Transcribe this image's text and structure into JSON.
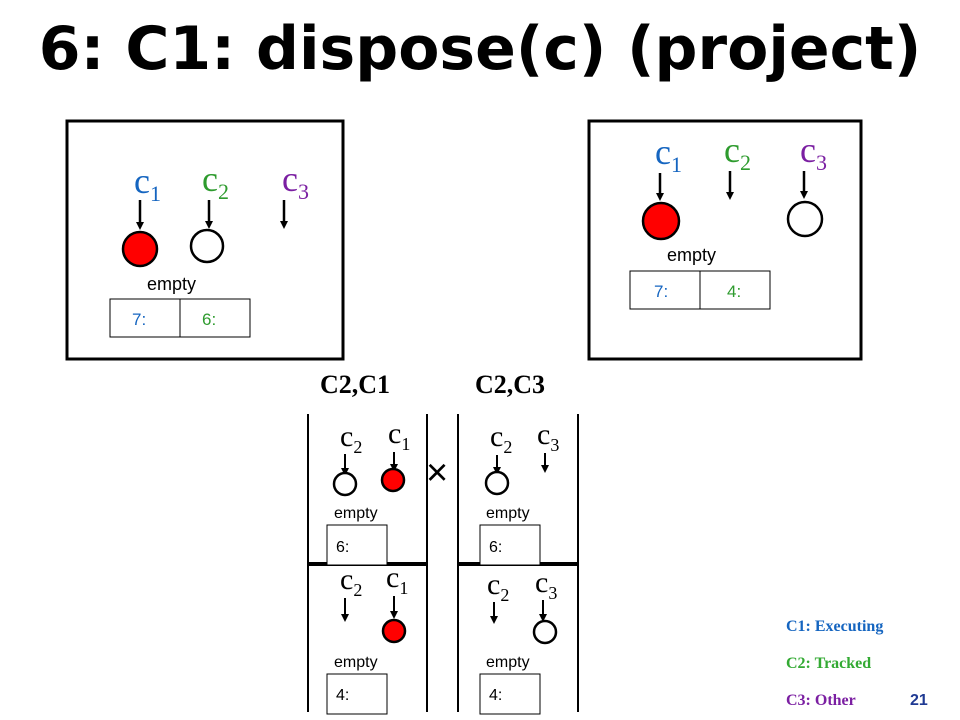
{
  "title": "6: C1: dispose(c) (project)",
  "colors": {
    "c1": "#1565c0",
    "c2": "#2e9b2e",
    "c3": "#7b1fa2",
    "executing": "#ff0000",
    "legend_c1": "#1565c0",
    "legend_c2": "#33aa33",
    "legend_c3": "#7b1fa2",
    "frame": "#000000"
  },
  "labels": {
    "c": "c",
    "sub1": "1",
    "sub2": "2",
    "sub3": "3",
    "empty": "empty",
    "times": "×"
  },
  "top_left": {
    "slot1": "7:",
    "slot2": "6:"
  },
  "top_right": {
    "slot1": "7:",
    "slot2": "4:"
  },
  "group_left": {
    "heading": "C2,C1",
    "upper_slot": "6:",
    "lower_slot": "4:"
  },
  "group_right": {
    "heading": "C2,C3",
    "upper_slot": "6:",
    "lower_slot": "4:"
  },
  "legend": {
    "c1": "C1: Executing",
    "c2": "C2: Tracked",
    "c3": "C3: Other"
  },
  "page_number": "21"
}
